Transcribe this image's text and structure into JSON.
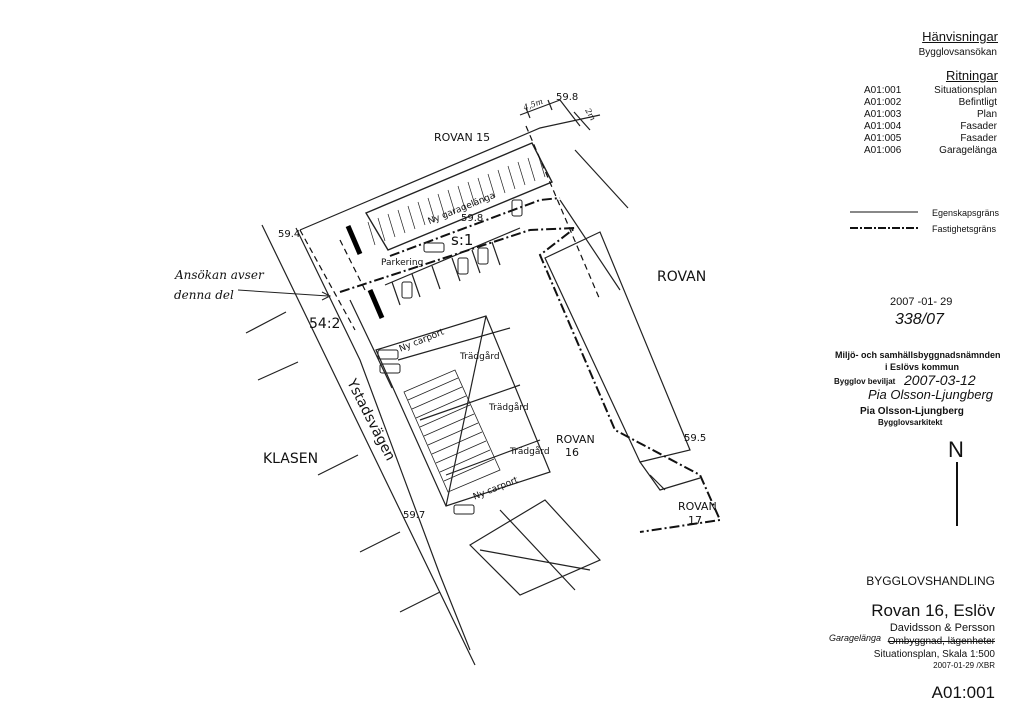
{
  "plan": {
    "labels": {
      "rovan15": "ROVAN 15",
      "rovan": "ROVAN",
      "rovan16a": "ROVAN",
      "rovan16b": "16",
      "rovan17a": "ROVAN",
      "rovan17b": "17",
      "klasen": "KLASEN",
      "street": "Ystadsvägen",
      "lot": "s:1",
      "parcel": "54:2",
      "parkering": "Parkering",
      "garage": "Ny garagelänga",
      "carport_top": "Ny carport",
      "carport_bottom": "Ny carport",
      "garden1": "Trädgård",
      "garden2": "Trädgård",
      "garden3": "Trädgård",
      "elev_a": "59.8",
      "elev_b": "59.8",
      "elev_c": "59.4",
      "elev_d": "59.5",
      "elev_e": "59.7",
      "dim_a": "4,5m",
      "dim_b": "2m"
    },
    "note_line1": "Ansökan avser",
    "note_line2": "denna del"
  },
  "sidebar": {
    "references_heading": "Hänvisningar",
    "references_item": "Bygglovsansökan",
    "drawings_heading": "Ritningar",
    "drawings": [
      {
        "code": "A01:001",
        "name": "Situationsplan"
      },
      {
        "code": "A01:002",
        "name": "Befintligt"
      },
      {
        "code": "A01:003",
        "name": "Plan"
      },
      {
        "code": "A01:004",
        "name": "Fasader"
      },
      {
        "code": "A01:005",
        "name": "Fasader"
      },
      {
        "code": "A01:006",
        "name": "Garagelänga"
      }
    ],
    "legend": [
      {
        "label": "Egenskapsgräns"
      },
      {
        "label": "Fastighetsgräns"
      }
    ]
  },
  "stamp": {
    "date": "2007 -01- 29",
    "case_number": "338/07",
    "authority_line1": "Miljö- och samhällsbyggnadsnämnden",
    "authority_line2": "i Eslövs kommun",
    "granted_label": "Bygglov beviljat",
    "granted_date": "2007-03-12",
    "signature": "Pia Olsson-Ljungberg",
    "name": "Pia Olsson-Ljungberg",
    "title": "Bygglovsarkitekt"
  },
  "north": "N",
  "title_block": {
    "status": "BYGGLOVSHANDLING",
    "project": "Rovan 16, Eslöv",
    "client": "Davidsson & Persson",
    "struck_text": "Ombyggnad, lägenheter",
    "handwritten_replacement": "Garagelänga",
    "description": "Situationsplan, Skala 1:500",
    "date_ref": "2007-01-29 /XBR",
    "drawing_number": "A01:001"
  }
}
